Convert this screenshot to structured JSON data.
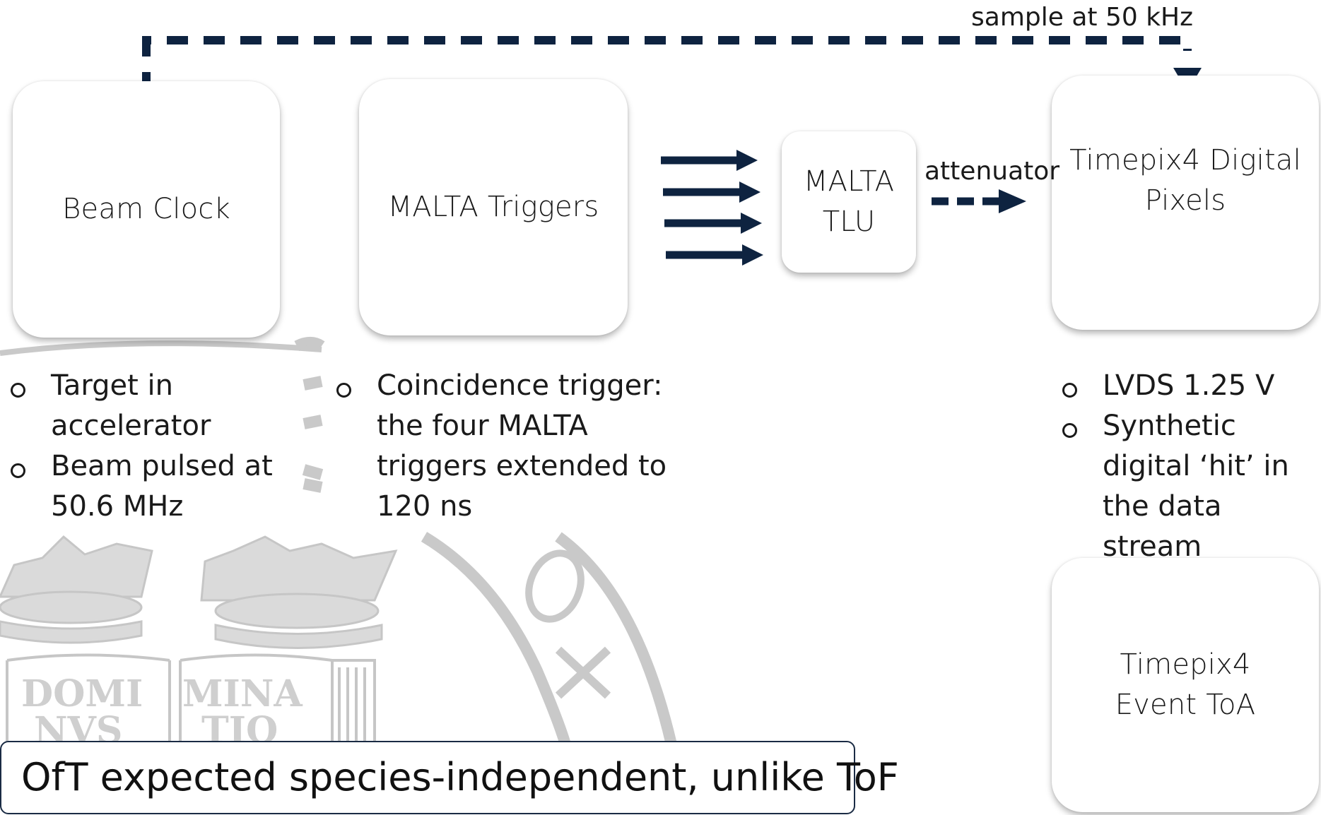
{
  "diagram": {
    "boxes": {
      "beam_clock": "Beam Clock",
      "malta_triggers": "MALTA Triggers",
      "malta_tlu": "MALTA TLU",
      "timepix4_digital": "Timepix4 Digital Pixels",
      "timepix4_event": "Timepix4 Event ToA"
    },
    "edge_labels": {
      "sample": "sample at 50 kHz",
      "attenuator": "attenuator"
    },
    "notes": {
      "beam_clock": [
        "Target in accelerator",
        "Beam pulsed at 50.6 MHz"
      ],
      "malta_triggers": [
        "Coincidence trigger: the four MALTA triggers extended to 120 ns"
      ],
      "timepix4_digital": [
        "LVDS 1.25 V",
        "Synthetic digital ‘hit’ in the data stream"
      ]
    },
    "callout": "OfT expected species-independent, unlike ToF",
    "watermark": {
      "type": "university seal",
      "text": [
        "DOMI",
        "NVS",
        "MINA",
        "TIO",
        "OX"
      ]
    },
    "colors": {
      "arrow": "#0e2340",
      "seal": "#c8c8c8",
      "text": "#1a1a1a"
    }
  }
}
